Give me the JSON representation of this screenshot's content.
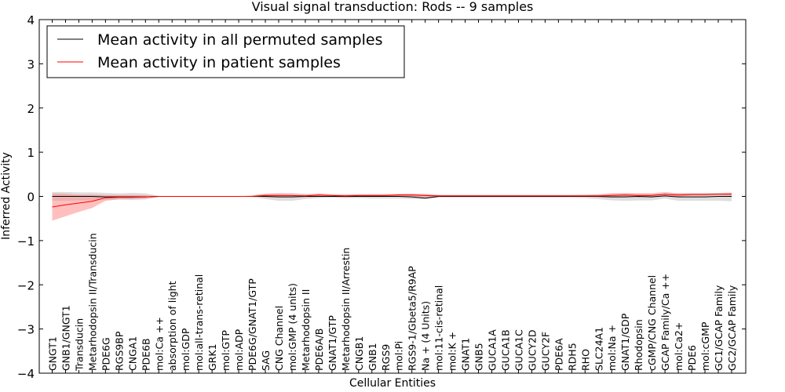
{
  "chart_data": {
    "type": "line",
    "title": "Visual signal transduction: Rods -- 9 samples",
    "xlabel": "Cellular Entities",
    "ylabel": "Inferred Activity",
    "ylim": [
      -4,
      4
    ],
    "yticks": [
      4,
      3,
      2,
      1,
      0,
      -1,
      -2,
      -3,
      -4
    ],
    "ytick_labels": [
      "4",
      "3",
      "2",
      "1",
      "0",
      "−1",
      "−2",
      "−3",
      "−4"
    ],
    "grid": false,
    "legend_position": "top-left",
    "categories": [
      "GNGT1",
      "GNB1/GNGT1",
      "Transducin",
      "Metarhodopsin II/Transducin",
      "PDE6G",
      "RGS9BP",
      "CNGA1",
      "PDE6B",
      "mol:Ca ++",
      "absorption of light",
      "mol:GDP",
      "mol:all-trans-retinal",
      "GRK1",
      "mol:GTP",
      "mol:ADP",
      "PDE6G/GNAT1/GTP",
      "SAG",
      "CNG Channel",
      "mol:GMP (4 units)",
      "Metarhodopsin II",
      "PDE6A/B",
      "GNAT1/GTP",
      "Metarhodopsin II/Arrestin",
      "CNGB1",
      "GNB1",
      "RGS9",
      "mol:Pi",
      "RGS9-1/Gbeta5/R9AP",
      "Na + (4 Units)",
      "mol:11-cis-retinal",
      "mol:K +",
      "GNAT1",
      "GNB5",
      "GUCA1A",
      "GUCA1B",
      "GUCA1C",
      "GUCY2D",
      "GUCY2F",
      "PDE6A",
      "RDH5",
      "RHO",
      "SLC24A1",
      "mol:Na +",
      "GNAT1/GDP",
      "Rhodopsin",
      "cGMP/CNG Channel",
      "GCAP Family/Ca ++",
      "mol:Ca2+",
      "PDE6",
      "mol:cGMP",
      "GC1/GCAP Family",
      "GC2/GCAP Family"
    ],
    "series": [
      {
        "name": "Mean activity in all permuted samples",
        "color": "#000000",
        "band_color": "#a0a0a0",
        "values": [
          0,
          0,
          0,
          0,
          -0.01,
          -0.01,
          -0.01,
          -0.01,
          0,
          0,
          0,
          0,
          0,
          0,
          0,
          0,
          0,
          -0.01,
          -0.01,
          0,
          0,
          0,
          0,
          0,
          0,
          0,
          0,
          -0.01,
          -0.04,
          0,
          0,
          0,
          0,
          0,
          0,
          0,
          0,
          0,
          0,
          0,
          0,
          0,
          -0.01,
          -0.01,
          0,
          -0.01,
          0.01,
          -0.01,
          -0.01,
          -0.01,
          0,
          0
        ],
        "band_lower": [
          -0.1,
          -0.1,
          -0.09,
          -0.09,
          -0.08,
          -0.07,
          -0.08,
          -0.07,
          -0.01,
          0,
          0,
          0,
          0,
          0,
          0,
          -0.02,
          -0.06,
          -0.1,
          -0.1,
          -0.06,
          -0.04,
          -0.03,
          -0.04,
          -0.04,
          -0.05,
          -0.05,
          -0.05,
          -0.06,
          -0.06,
          -0.03,
          -0.03,
          -0.03,
          -0.03,
          -0.03,
          -0.03,
          -0.03,
          -0.03,
          -0.03,
          -0.03,
          -0.03,
          -0.04,
          -0.06,
          -0.09,
          -0.1,
          -0.09,
          -0.09,
          -0.05,
          -0.1,
          -0.1,
          -0.1,
          -0.1,
          -0.11
        ],
        "band_upper": [
          0.1,
          0.1,
          0.09,
          0.09,
          0.08,
          0.07,
          0.08,
          0.07,
          0.01,
          0,
          0,
          0,
          0,
          0,
          0,
          0.02,
          0.06,
          0.08,
          0.08,
          0.06,
          0.04,
          0.03,
          0.04,
          0.04,
          0.05,
          0.05,
          0.05,
          0.06,
          0.06,
          0.03,
          0.03,
          0.03,
          0.03,
          0.03,
          0.03,
          0.03,
          0.03,
          0.03,
          0.03,
          0.03,
          0.04,
          0.05,
          0.07,
          0.08,
          0.07,
          0.07,
          0.05,
          0.08,
          0.08,
          0.08,
          0.08,
          0.09
        ]
      },
      {
        "name": "Mean activity in patient samples",
        "color": "#ff0000",
        "band_color": "#ff8080",
        "values": [
          -0.24,
          -0.19,
          -0.15,
          -0.11,
          -0.03,
          -0.02,
          -0.02,
          -0.01,
          0,
          0,
          0,
          0,
          0,
          0,
          0,
          0,
          0.02,
          0.02,
          0.02,
          0.01,
          0.03,
          0.02,
          0.01,
          0.02,
          0.02,
          0.02,
          0.03,
          0.03,
          0.02,
          0.01,
          0.01,
          0.01,
          0.01,
          0.01,
          0.01,
          0.01,
          0.01,
          0.01,
          0.01,
          0.01,
          0.01,
          0.01,
          0.02,
          0.03,
          0.02,
          0.02,
          0.05,
          0.03,
          0.04,
          0.04,
          0.05,
          0.05
        ],
        "band_lower": [
          -0.55,
          -0.45,
          -0.35,
          -0.26,
          -0.1,
          -0.07,
          -0.06,
          -0.05,
          0,
          0,
          0,
          0,
          0,
          0,
          0,
          0,
          -0.02,
          -0.02,
          -0.01,
          -0.02,
          -0.01,
          -0.01,
          -0.02,
          -0.01,
          -0.01,
          -0.01,
          0,
          0,
          -0.02,
          -0.01,
          -0.01,
          -0.01,
          -0.01,
          -0.01,
          -0.01,
          -0.01,
          -0.01,
          -0.01,
          -0.01,
          -0.01,
          -0.01,
          -0.02,
          -0.02,
          0,
          -0.02,
          -0.01,
          0.01,
          0,
          0.02,
          0.02,
          0.03,
          0.02
        ],
        "band_upper": [
          0.07,
          0.06,
          0.04,
          0.04,
          0.03,
          0.03,
          0.03,
          0.03,
          0,
          0,
          0,
          0,
          0,
          0,
          0,
          0.02,
          0.06,
          0.06,
          0.05,
          0.04,
          0.07,
          0.05,
          0.04,
          0.05,
          0.05,
          0.05,
          0.06,
          0.06,
          0.05,
          0.03,
          0.03,
          0.03,
          0.03,
          0.03,
          0.03,
          0.03,
          0.03,
          0.03,
          0.03,
          0.03,
          0.03,
          0.04,
          0.07,
          0.07,
          0.07,
          0.07,
          0.1,
          0.07,
          0.07,
          0.07,
          0.07,
          0.08
        ]
      }
    ]
  }
}
